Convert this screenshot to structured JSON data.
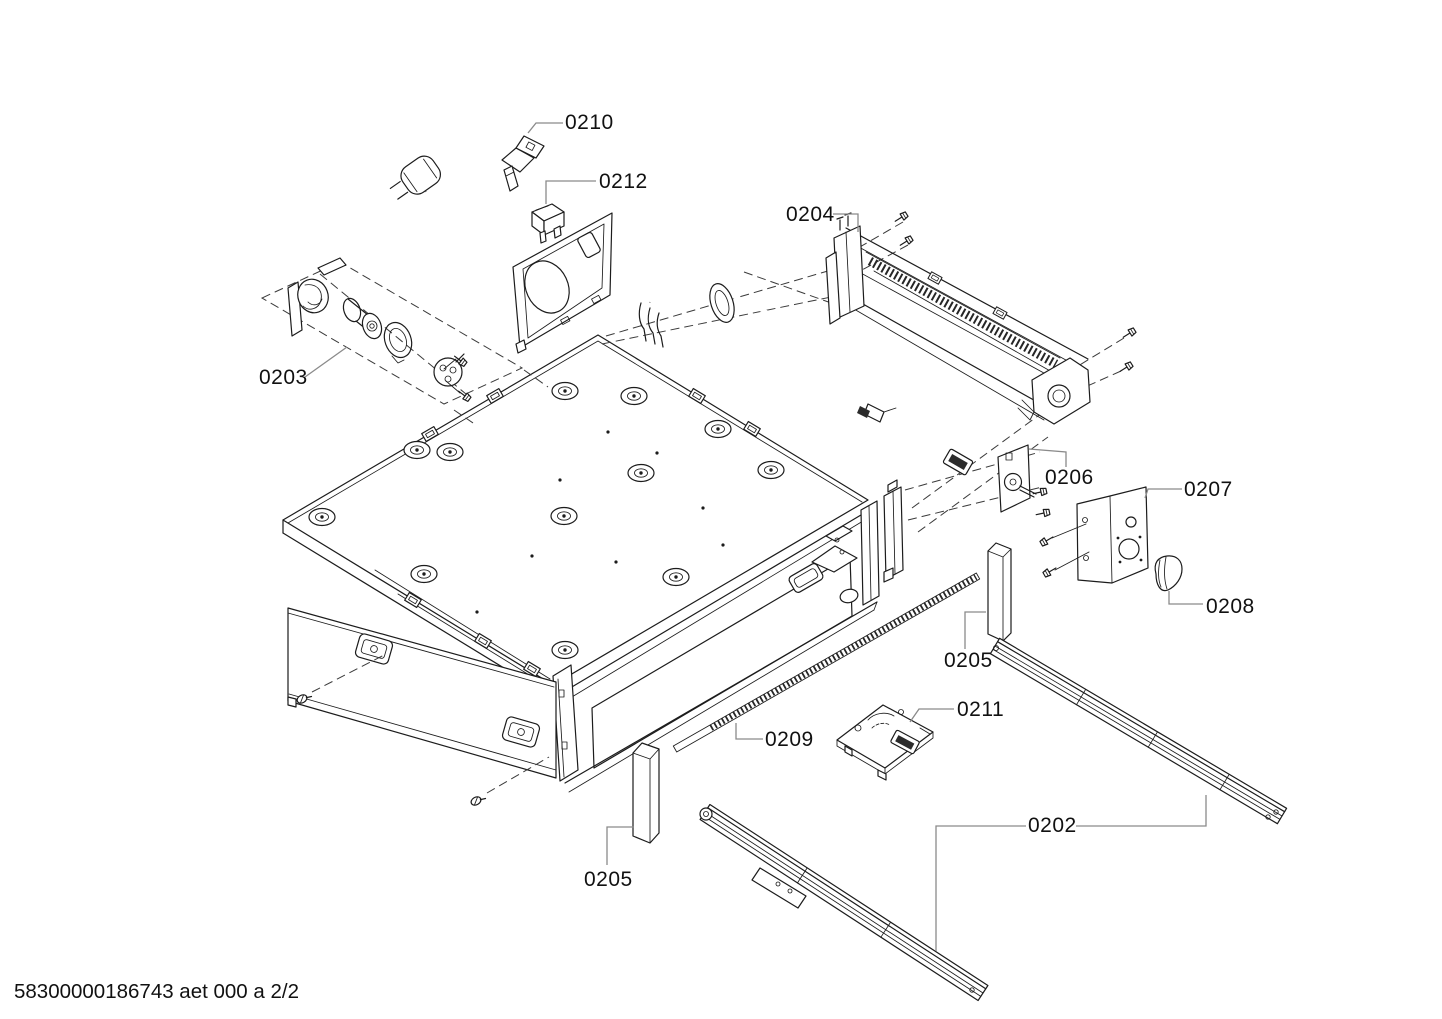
{
  "document": {
    "footer_text": "58300000186743 aet 000 a 2/2"
  },
  "diagram": {
    "colors": {
      "background": "#ffffff",
      "part_line": "#1c1c1c",
      "leader_line": "#8a8a8a",
      "dashed_line": "#3a3a3a"
    },
    "parts": {
      "0202": "0202",
      "0203": "0203",
      "0204": "0204",
      "0205": "0205",
      "0206": "0206",
      "0207": "0207",
      "0208": "0208",
      "0209": "0209",
      "0210": "0210",
      "0211": "0211",
      "0212": "0212"
    }
  }
}
